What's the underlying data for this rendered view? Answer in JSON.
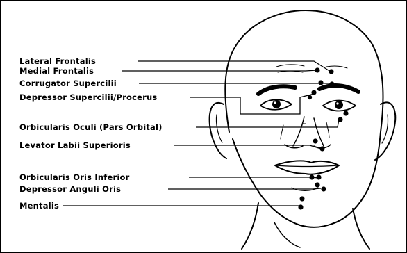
{
  "labels": [
    {
      "key": "lateral_frontalis",
      "text": "Lateral Frontalis"
    },
    {
      "key": "medial_frontalis",
      "text": "Medial Frontalis"
    },
    {
      "key": "corrugator_supercilii",
      "text": "Corrugator Supercilii"
    },
    {
      "key": "depressor_supercilii_procerus",
      "text": "Depressor Supercilii/Procerus"
    },
    {
      "key": "orbicularis_oculi",
      "text": "Orbicularis Oculi (Pars Orbital)"
    },
    {
      "key": "levator_labii_superioris",
      "text": "Levator Labii Superioris"
    },
    {
      "key": "orbicularis_oris_inferior",
      "text": "Orbicularis Oris Inferior"
    },
    {
      "key": "depressor_anguli_oris",
      "text": "Depressor Anguli Oris"
    },
    {
      "key": "mentalis",
      "text": "Mentalis"
    }
  ],
  "colors": {
    "ink": "#000000",
    "background": "#ffffff"
  }
}
